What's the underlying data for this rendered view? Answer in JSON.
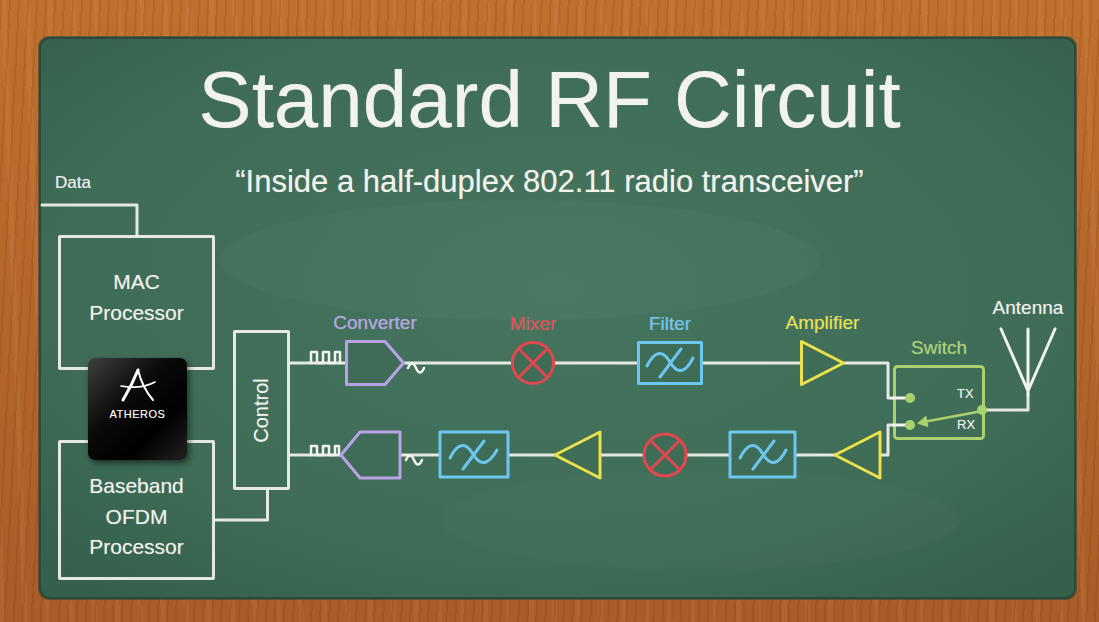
{
  "diagram": {
    "title": "Standard RF Circuit",
    "caption": "“Inside a half-duplex 802.11 radio transceiver”",
    "nodes": [
      {
        "text": [
          "MAC Processor"
        ]
      },
      {
        "text": [
          "ATHEROS"
        ]
      },
      {
        "text": [
          "Baseband OFDM Processor"
        ]
      },
      {
        "text": [
          "Control"
        ]
      },
      {
        "text": [
          "Converter"
        ]
      },
      {
        "text": [
          "Mixer"
        ]
      },
      {
        "text": [
          "Filter"
        ]
      },
      {
        "text": [
          "Amplifier"
        ]
      },
      {
        "text": [
          "Switch",
          "TX",
          "RX"
        ]
      },
      {
        "text": [
          "Antenna"
        ]
      }
    ],
    "edges": [
      {
        "from": 3,
        "to": 4,
        "arrow": "none"
      },
      {
        "from": 4,
        "to": 5,
        "arrow": "none"
      },
      {
        "from": 5,
        "to": 6,
        "arrow": "none"
      },
      {
        "from": 6,
        "to": 7,
        "arrow": "none"
      },
      {
        "from": 7,
        "to": 8,
        "arrow": "none"
      },
      {
        "from": 8,
        "to": 9,
        "arrow": "none"
      },
      {
        "from": 8,
        "to": 3,
        "arrow": "none"
      },
      {
        "from": 2,
        "to": 3,
        "arrow": "none"
      }
    ],
    "labels": [
      "Data"
    ]
  }
}
